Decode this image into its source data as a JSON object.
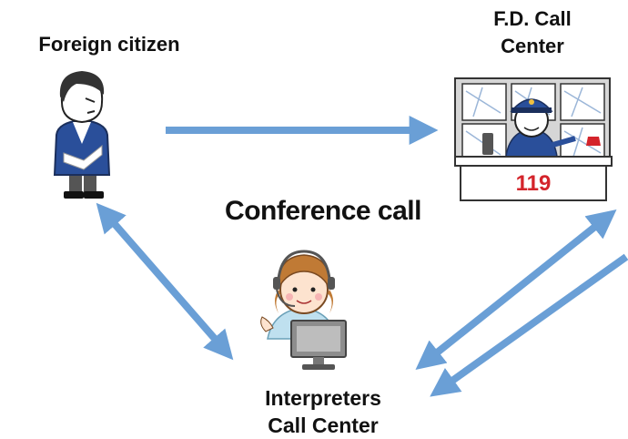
{
  "nodes": {
    "foreign_citizen": "Foreign citizen",
    "fd_call_center_line1": "F.D. Call",
    "fd_call_center_line2": "Center",
    "interpreters_line1": "Interpreters",
    "interpreters_line2": "Call Center"
  },
  "center_label": "Conference call",
  "counter_number": "119",
  "colors": {
    "arrow": "#6a9fd6",
    "counter_number": "#d4242b",
    "uniform": "#2a4f9a",
    "headset": "#555555"
  }
}
